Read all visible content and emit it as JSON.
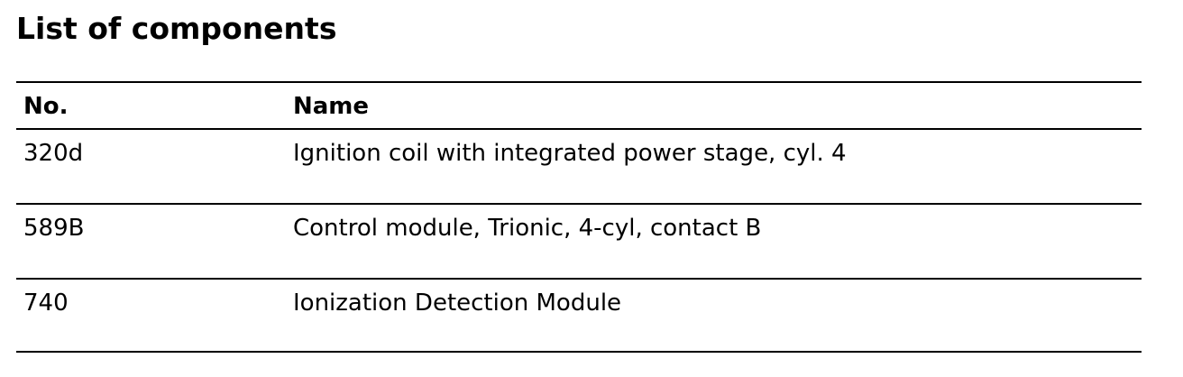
{
  "title": "List of components",
  "table": {
    "headers": {
      "no": "No.",
      "name": "Name"
    },
    "rows": [
      {
        "no": "320d",
        "name": "Ignition coil with integrated power stage, cyl. 4"
      },
      {
        "no": "589B",
        "name": "Control module, Trionic, 4-cyl, contact B"
      },
      {
        "no": "740",
        "name": "Ionization Detection Module"
      }
    ]
  }
}
